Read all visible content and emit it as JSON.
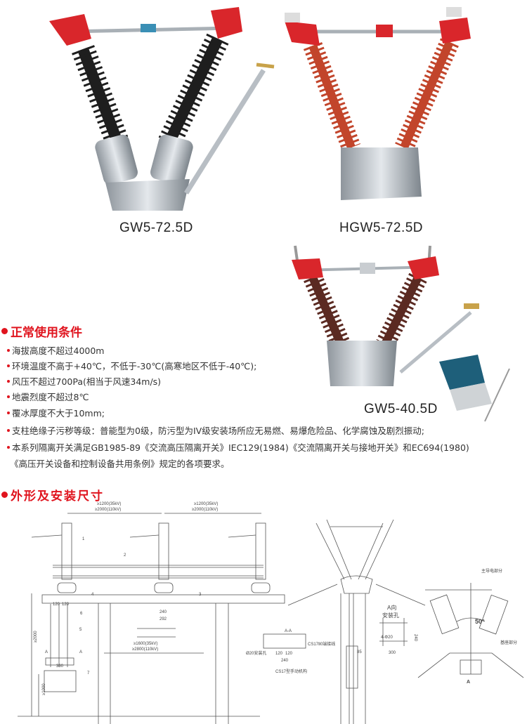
{
  "products": [
    {
      "model": "GW5-72.5D",
      "insulator_color": "#1e1e1e"
    },
    {
      "model": "HGW5-72.5D",
      "insulator_color": "#c2452b"
    },
    {
      "model": "GW5-40.5D",
      "insulator_color": "#5b2a22"
    }
  ],
  "conditions": {
    "title": "正常使用条件",
    "items": [
      "海拔高度不超过4000m",
      "环境温度不高于+40℃，不低于-30℃(高寒地区不低于-40℃);",
      "风压不超过700Pa(相当于风速34m/s)",
      "地震烈度不超过8℃",
      "覆冰厚度不大于10mm;",
      "支柱绝缘子污秽等级：普能型为0级，防污型为IV级安装场所应无易燃、易爆危险品、化学腐蚀及剧烈振动;",
      "本系列隔离开关满足GB1985-89《交流高压隔离开关》IEC129(1984)《交流隔离开关与接地开关》和EC694(1980)"
    ],
    "continuation": "《高压开关设备和控制设备共用条例》规定的各项要求。"
  },
  "dimensions": {
    "title": "外形及安装尺寸",
    "labels": {
      "span1_35": "≥1200(35kV)",
      "span1_110": "≥2000(110kV)",
      "span2_35": "≥1200(35kV)",
      "span2_110": "≥2000(110kV)",
      "ground_35": "≥1600(35kV)",
      "ground_110": "≥2800(110kV)",
      "h2000": "≥2000",
      "h1000": "≥1000",
      "d120a": "120",
      "d120b": "120",
      "d360": "360",
      "d240": "240",
      "d292": "292",
      "n1": "1",
      "n2": "2",
      "n3": "3",
      "n4": "4",
      "n5": "5",
      "n6": "6",
      "n7": "7",
      "secA": "A",
      "secA2": "A",
      "aa": "A-A",
      "hole": "Ø20安装孔",
      "cs17_term": "CS17Ⅱ0端接线",
      "cs17_mech": "CS17型手动机构",
      "aa120a": "120",
      "aa120b": "120",
      "aa240": "240",
      "a_dir": "A向",
      "mount_hole": "安装孔",
      "holes": "4-Φ20",
      "d300": "300",
      "d240v": "240",
      "d85": "85",
      "angle": "50°",
      "main_conductive": "主导电部分",
      "base_part": "基座部分",
      "view_a": "A"
    }
  }
}
